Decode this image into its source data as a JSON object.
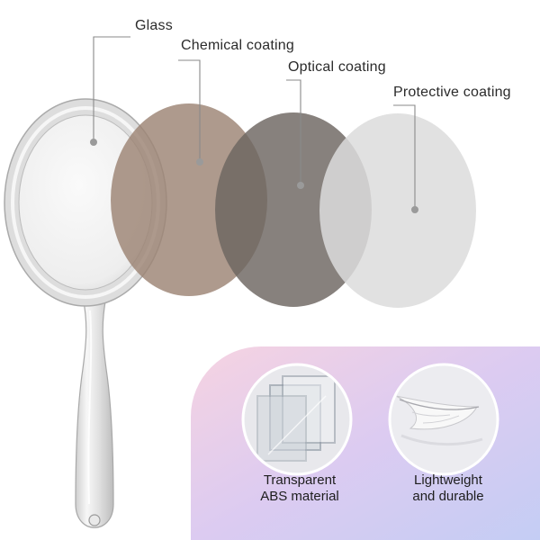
{
  "layers": [
    {
      "id": "glass",
      "label": "Glass"
    },
    {
      "id": "chemical",
      "label": "Chemical coating",
      "color": "#9c8474"
    },
    {
      "id": "optical",
      "label": "Optical coating",
      "color": "#6d6560"
    },
    {
      "id": "protective",
      "label": "Protective coating",
      "color": "#dcdcdc"
    }
  ],
  "features": [
    {
      "id": "transparent",
      "line1": "Transparent",
      "line2": "ABS material",
      "icon": "acrylic-sheets"
    },
    {
      "id": "lightweight",
      "line1": "Lightweight",
      "line2": "and durable",
      "icon": "feather"
    }
  ],
  "colors": {
    "panel_gradient": [
      "#f4c9da",
      "#d9c8f0",
      "#b9c6f5"
    ],
    "leader_line": "#8a8a8a"
  }
}
